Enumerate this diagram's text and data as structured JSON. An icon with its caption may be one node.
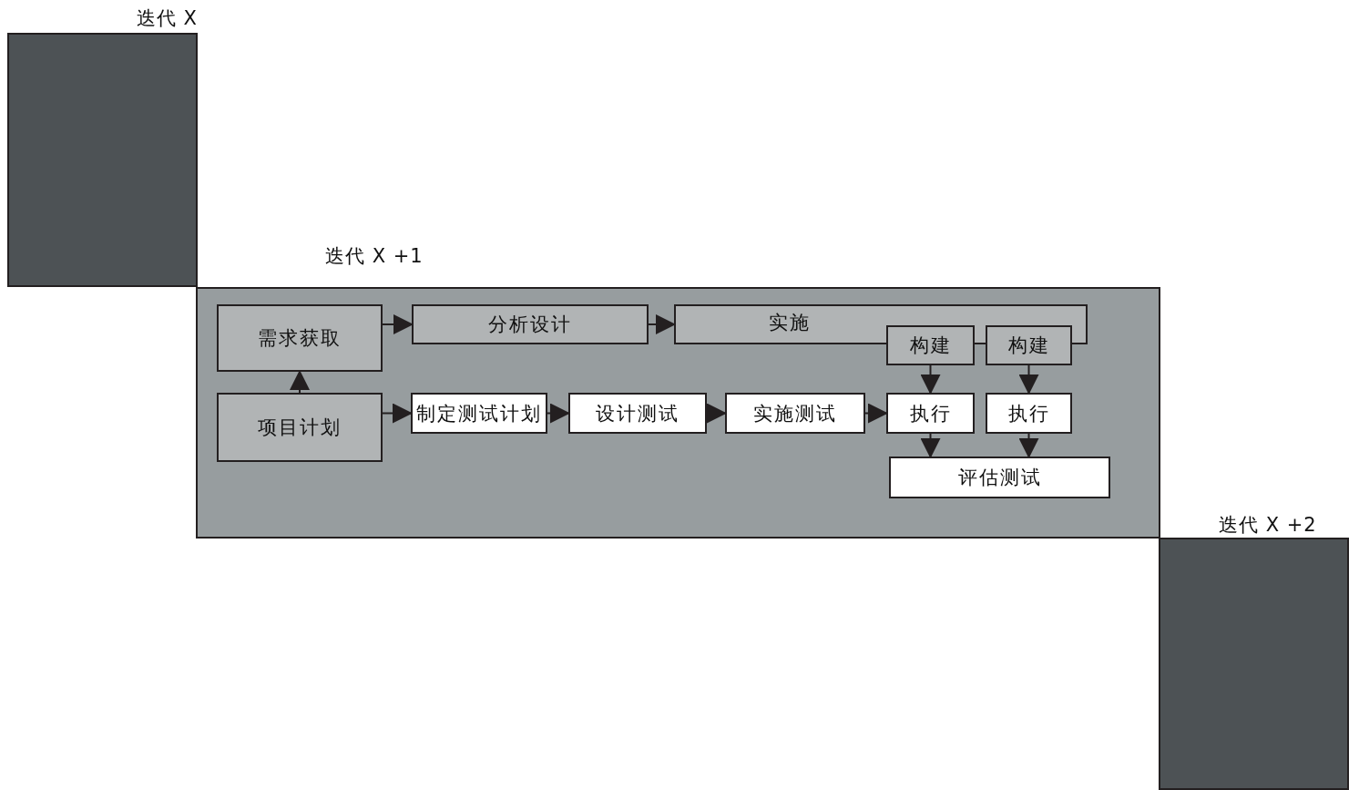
{
  "diagram": {
    "nodes": [
      {
        "text": [
          "迭代 X"
        ]
      },
      {
        "text": [
          "迭代 X +1"
        ]
      },
      {
        "text": [
          "需求获取"
        ],
        "in": 1
      },
      {
        "text": [
          "分析设计"
        ],
        "in": 1
      },
      {
        "text": [
          "实施"
        ],
        "in": 1
      },
      {
        "text": [
          "构建"
        ],
        "in": 1
      },
      {
        "text": [
          "构建"
        ],
        "in": 1
      },
      {
        "text": [
          "项目计划"
        ],
        "in": 1
      },
      {
        "text": [
          "制定测试计划"
        ],
        "in": 1
      },
      {
        "text": [
          "设计测试"
        ],
        "in": 1
      },
      {
        "text": [
          "实施测试"
        ],
        "in": 1
      },
      {
        "text": [
          "执行"
        ],
        "in": 1
      },
      {
        "text": [
          "执行"
        ],
        "in": 1
      },
      {
        "text": [
          "评估测试"
        ],
        "in": 1
      },
      {
        "text": [
          "迭代 X +2"
        ]
      }
    ],
    "edges": [
      {
        "from": 7,
        "to": 2,
        "arrow": "to"
      },
      {
        "from": 2,
        "to": 3,
        "arrow": "to"
      },
      {
        "from": 3,
        "to": 4,
        "arrow": "to"
      },
      {
        "from": 7,
        "to": 8,
        "arrow": "to"
      },
      {
        "from": 8,
        "to": 9,
        "arrow": "to"
      },
      {
        "from": 9,
        "to": 10,
        "arrow": "to"
      },
      {
        "from": 10,
        "to": 11,
        "arrow": "to"
      },
      {
        "from": 5,
        "to": 11,
        "arrow": "to"
      },
      {
        "from": 6,
        "to": 12,
        "arrow": "to"
      },
      {
        "from": 11,
        "to": 13,
        "arrow": "to"
      },
      {
        "from": 12,
        "to": 13,
        "arrow": "to"
      }
    ]
  }
}
